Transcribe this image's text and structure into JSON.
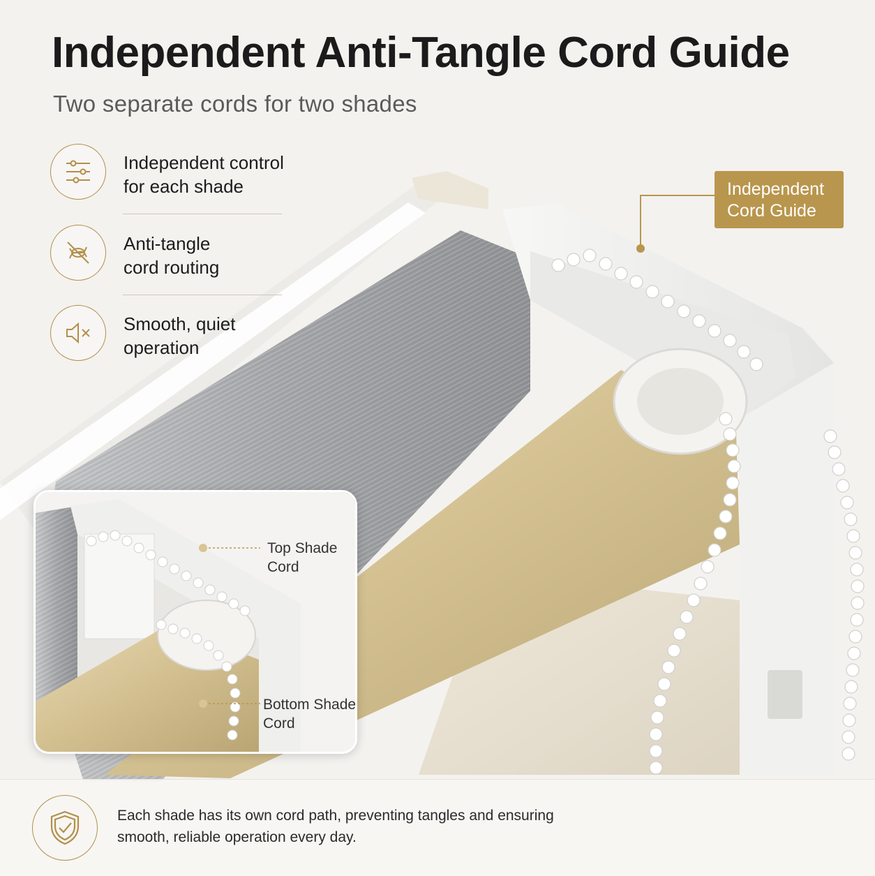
{
  "header": {
    "title": "Independent Anti-Tangle Cord Guide",
    "subtitle": "Two separate cords for two shades"
  },
  "features": [
    {
      "icon": "sliders-icon",
      "line1": "Independent control",
      "line2": "for each shade"
    },
    {
      "icon": "no-tangle-icon",
      "line1": "Anti-tangle",
      "line2": "cord routing"
    },
    {
      "icon": "speaker-muted-icon",
      "line1": "Smooth, quiet",
      "line2": "operation"
    }
  ],
  "callout": {
    "line1": "Independent",
    "line2": "Cord Guide"
  },
  "inset": {
    "top_label": {
      "line1": "Top Shade",
      "line2": "Cord"
    },
    "bottom_label": {
      "line1": "Bottom Shade",
      "line2": "Cord"
    }
  },
  "footer": {
    "icon": "shield-check-icon",
    "line1": "Each shade has its own cord path, preventing tangles and ensuring",
    "line2": "smooth, reliable operation every day."
  },
  "colors": {
    "accent": "#b9964d",
    "background": "#f3f2ef",
    "beige_fabric": "#d6c49a",
    "grey_fabric": "#9fa1a3"
  }
}
